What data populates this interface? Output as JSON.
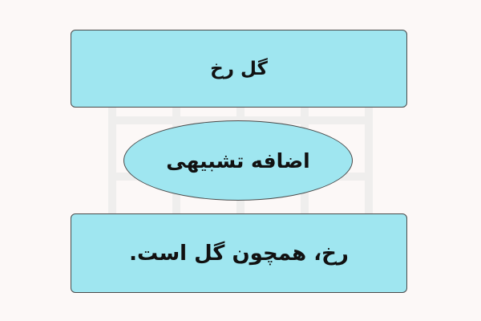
{
  "diagram": {
    "top_box": {
      "text": "گل رخ"
    },
    "center_ellipse": {
      "text": "اضافه تشبیهی"
    },
    "bottom_box": {
      "text": "رخ، همچون گل است."
    }
  },
  "colors": {
    "background": "#fcf8f7",
    "shape_fill": "#9fe6f0",
    "shape_border": "#4a4a4a",
    "text": "#111111",
    "watermark": "#e9e9e9"
  },
  "watermark": {
    "icon": "calendar-grid-logo-icon"
  }
}
